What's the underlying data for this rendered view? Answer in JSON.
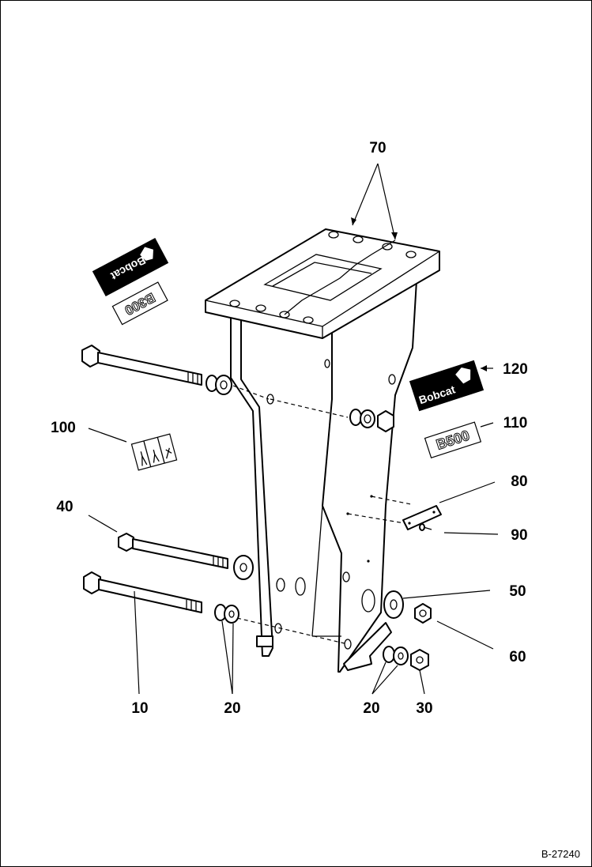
{
  "callouts": {
    "c10": "10",
    "c20a": "20",
    "c20b": "20",
    "c30": "30",
    "c40": "40",
    "c50": "50",
    "c60": "60",
    "c70": "70",
    "c80": "80",
    "c90": "90",
    "c100": "100",
    "c110": "110",
    "c120": "120"
  },
  "decals": {
    "brand_left": "Bobcat",
    "model_left": "B300",
    "brand_right": "Bobcat",
    "model_right": "B500"
  },
  "reference_code": "B-27240"
}
